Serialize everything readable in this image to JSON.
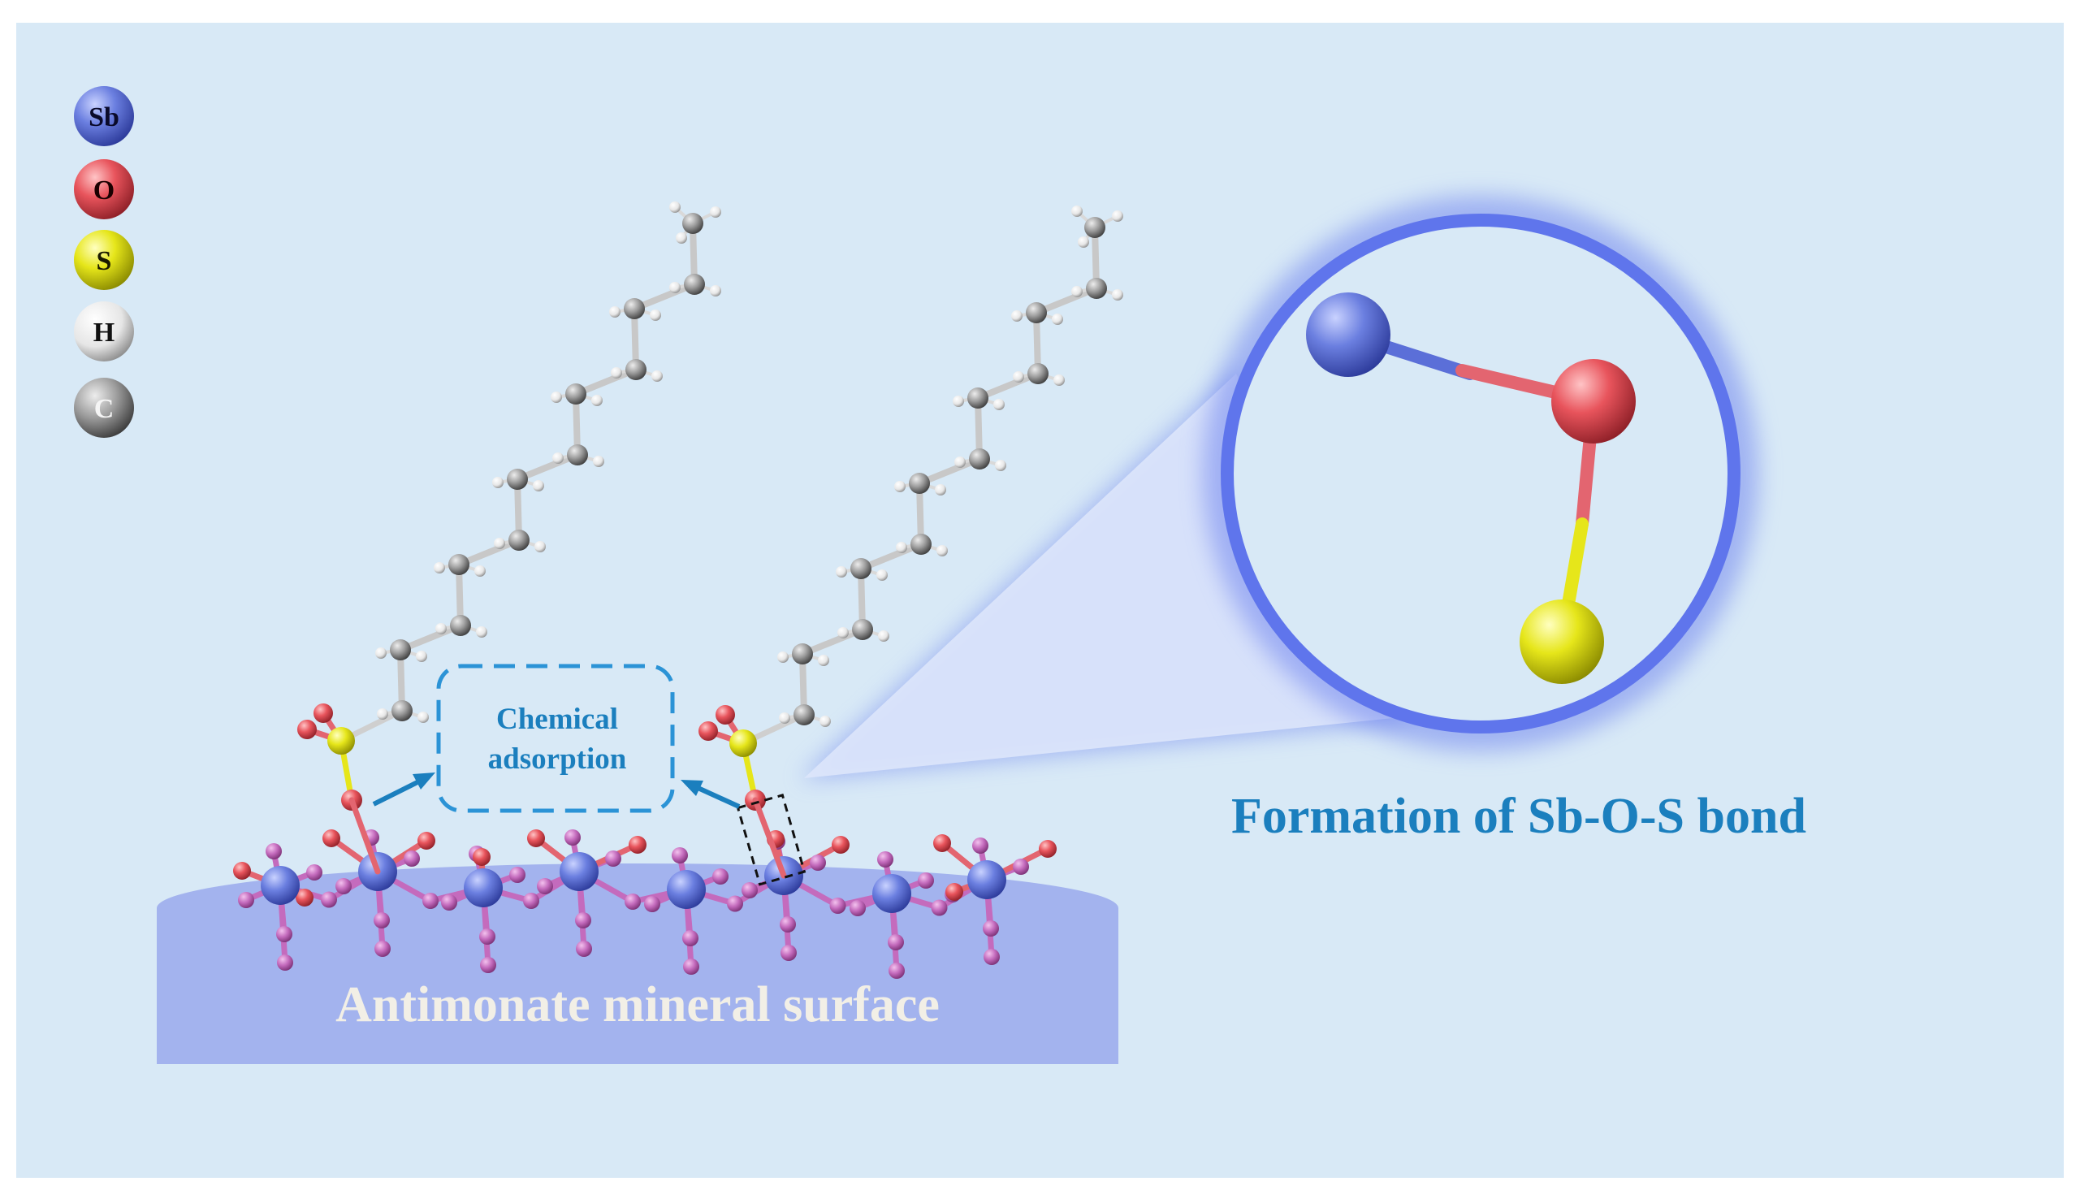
{
  "legend": [
    {
      "symbol": "Sb",
      "color": "#6b7fe0"
    },
    {
      "symbol": "O",
      "color": "#e8545c"
    },
    {
      "symbol": "S",
      "color": "#e6e61a"
    },
    {
      "symbol": "H",
      "color": "#f2f2f2"
    },
    {
      "symbol": "C",
      "color": "#8f8f8f"
    }
  ],
  "labels": {
    "adsorption_line1": "Chemical",
    "adsorption_line2": "adsorption",
    "bond_formation": "Formation of Sb-O-S bond",
    "surface": "Antimonate mineral surface"
  },
  "colors": {
    "background": "#d8e9f6",
    "surface": "#a3b3ee",
    "accent_blue": "#1b7fbe",
    "sb": "#6b7fe0",
    "o": "#e8545c",
    "s": "#e6e61a",
    "c": "#a8a8a8",
    "h": "#f2f2f2",
    "o_lattice": "#c46bbd"
  }
}
